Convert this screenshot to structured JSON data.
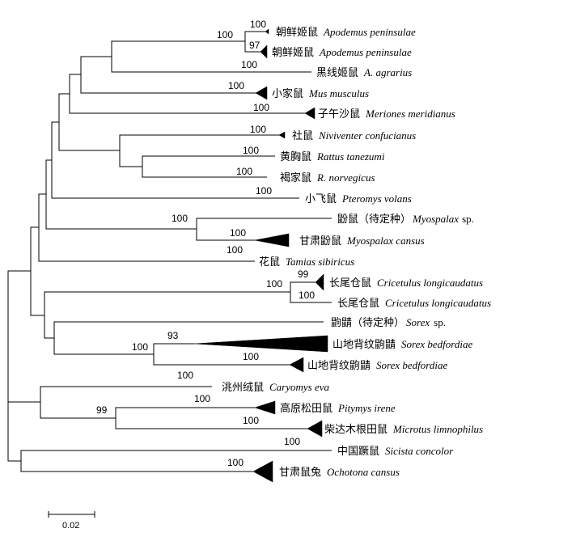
{
  "tips": [
    {
      "cn": "朝鲜姬鼠",
      "latin": "Apodemus peninsulae"
    },
    {
      "cn": "朝鲜姬鼠",
      "latin": "Apodemus peninsulae"
    },
    {
      "cn": "黑线姬鼠",
      "latin": "A. agrarius"
    },
    {
      "cn": "小家鼠",
      "latin": "Mus musculus"
    },
    {
      "cn": "子午沙鼠",
      "latin": "Meriones meridianus"
    },
    {
      "cn": "社鼠",
      "latin": "Niviventer confucianus"
    },
    {
      "cn": "黄胸鼠",
      "latin": "Rattus tanezumi"
    },
    {
      "cn": "褐家鼠",
      "latin": "R. norvegicus"
    },
    {
      "cn": "小飞鼠",
      "latin": "Pteromys volans"
    },
    {
      "cn": "鼢鼠（待定种）",
      "latin": "Myospalax",
      "suffix": "sp."
    },
    {
      "cn": "甘肃鼢鼠",
      "latin": "Myospalax cansus"
    },
    {
      "cn": "花鼠",
      "latin": "Tamias sibiricus"
    },
    {
      "cn": "长尾仓鼠",
      "latin": "Cricetulus longicaudatus"
    },
    {
      "cn": "长尾仓鼠",
      "latin": "Cricetulus longicaudatus"
    },
    {
      "cn": "鼩鼱（待定种）",
      "latin": "Sorex",
      "suffix": "sp."
    },
    {
      "cn": "山地背纹鼩鼱",
      "latin": "Sorex bedfordiae"
    },
    {
      "cn": "山地背纹鼩鼱",
      "latin": "Sorex bedfordiae"
    },
    {
      "cn": "洮州绒鼠",
      "latin": "Caryomys eva"
    },
    {
      "cn": "高原松田鼠",
      "latin": "Pitymys irene"
    },
    {
      "cn": "柴达木根田鼠",
      "latin": "Microtus limnophilus"
    },
    {
      "cn": "中国蹶鼠",
      "latin": "Sicista concolor"
    },
    {
      "cn": "甘肃鼠兔",
      "latin": "Ochotona cansus"
    }
  ],
  "support": [
    100,
    97,
    100,
    100,
    100,
    100,
    100,
    100,
    100,
    100,
    100,
    100,
    100,
    99,
    100,
    100,
    93,
    100,
    100,
    100,
    100,
    99,
    100,
    100,
    100
  ],
  "scale_bar": {
    "label": "0.02"
  }
}
